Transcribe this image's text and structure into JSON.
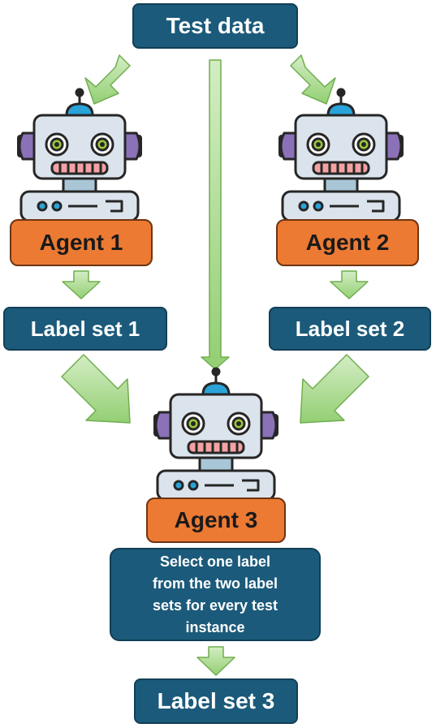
{
  "nodes": {
    "test_data": "Test data",
    "agent1": "Agent 1",
    "agent2": "Agent 2",
    "agent3": "Agent 3",
    "label_set1": "Label set 1",
    "label_set2": "Label set 2",
    "label_set3": "Label set 3",
    "instruction_lines": [
      "Select one label",
      "from the two label",
      "sets for every test",
      "instance"
    ]
  },
  "colors": {
    "node_blue": "#1b5a7a",
    "agent_orange": "#ec7a33",
    "arrow_green": "#a7d88a"
  },
  "icons": [
    "robot-icon"
  ]
}
